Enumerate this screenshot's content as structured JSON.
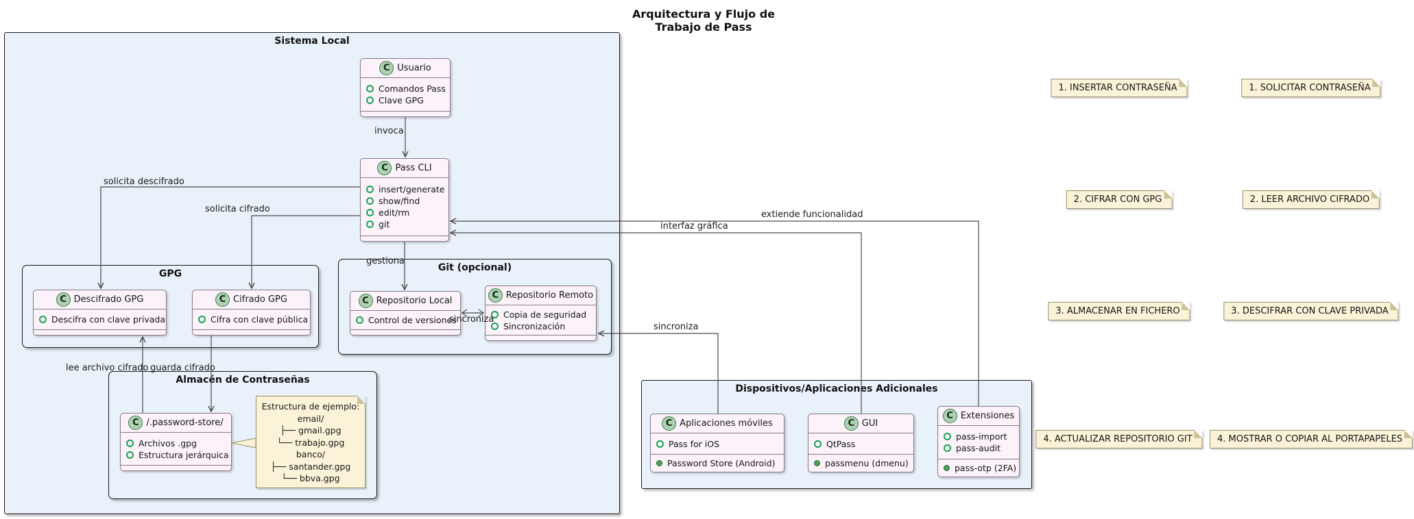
{
  "diagram_title": "Arquitectura y Flujo de Trabajo de Pass",
  "packages": {
    "sistema_local": {
      "title": "Sistema Local"
    },
    "gpg": {
      "title": "GPG"
    },
    "git_opcional": {
      "title": "Git (opcional)"
    },
    "almacen": {
      "title": "Almacén de Contraseñas"
    },
    "dispositivos": {
      "title": "Dispositivos/Aplicaciones Adicionales"
    }
  },
  "classes": {
    "usuario": {
      "icon": "C",
      "name": "Usuario",
      "fields": [
        "Comandos Pass",
        "Clave GPG"
      ],
      "methods": []
    },
    "pass_cli": {
      "icon": "C",
      "name": "Pass CLI",
      "fields": [
        "insert/generate",
        "show/find",
        "edit/rm",
        "git"
      ],
      "methods": []
    },
    "descifrado_gpg": {
      "icon": "C",
      "name": "Descifrado GPG",
      "fields": [
        "Descifra con clave privada"
      ],
      "methods": []
    },
    "cifrado_gpg": {
      "icon": "C",
      "name": "Cifrado GPG",
      "fields": [
        "Cifra con clave pública"
      ],
      "methods": []
    },
    "repositorio_local": {
      "icon": "C",
      "name": "Repositorio Local",
      "fields": [
        "Control de versiones"
      ],
      "methods": []
    },
    "repositorio_remoto": {
      "icon": "C",
      "name": "Repositorio Remoto",
      "fields": [
        "Copia de seguridad",
        "Sincronización"
      ],
      "methods": []
    },
    "password_store": {
      "icon": "C",
      "name": "/.password-store/",
      "fields": [
        "Archivos .gpg",
        "Estructura jerárquica"
      ],
      "methods": []
    },
    "aplicaciones_moviles": {
      "icon": "C",
      "name": "Aplicaciones móviles",
      "fields": [
        "Pass for iOS"
      ],
      "methods": [
        "Password Store (Android)"
      ]
    },
    "gui": {
      "icon": "C",
      "name": "GUI",
      "fields": [
        "QtPass"
      ],
      "methods": [
        "passmenu (dmenu)"
      ]
    },
    "extensiones": {
      "icon": "C",
      "name": "Extensiones",
      "fields": [
        "pass-import",
        "pass-audit"
      ],
      "methods": [
        "pass-otp (2FA)"
      ]
    }
  },
  "edge_labels": {
    "invoca": "invoca",
    "solicita_descifrado": "solicita descifrado",
    "solicita_cifrado": "solicita cifrado",
    "gestiona": "gestiona",
    "sincroniza_git": "sincroniza",
    "lee_archivo_cifrado": "lee archivo cifrado",
    "guarda_cifrado": "guarda cifrado",
    "sincroniza_remoto": "sincroniza",
    "interfaz_grafica": "interfaz gráfica",
    "extiende_funcionalidad": "extiende funcionalidad"
  },
  "example_note": {
    "lines": [
      "Estructura de ejemplo:",
      "email/",
      "├── gmail.gpg",
      "└── trabajo.gpg",
      "banco/",
      "├── santander.gpg",
      "└── bbva.gpg"
    ]
  },
  "workflow_notes": {
    "left_column": [
      "1. INSERTAR CONTRASEÑA",
      "2. CIFRAR CON GPG",
      "3. ALMACENAR EN FICHERO",
      "4. ACTUALIZAR REPOSITORIO GIT"
    ],
    "right_column": [
      "1. SOLICITAR CONTRASEÑA",
      "2. LEER ARCHIVO CIFRADO",
      "3. DESCIFRAR CON CLAVE PRIVADA",
      "4. MOSTRAR O COPIAR AL PORTAPAPELES"
    ]
  },
  "colors": {
    "package_fill": "#E9F1FA",
    "class_fill": "#FBF2FA",
    "class_border": "#877987",
    "note_fill": "#FBF3D8",
    "note_border": "#9B8F6A",
    "stereotype_circle_fill": "#ADD1B2",
    "stereotype_circle_border": "#3E7A4E",
    "field_icon_green": "#17A254",
    "method_icon_green": "#4DA14D",
    "edge_line": "#4A4A4A"
  }
}
